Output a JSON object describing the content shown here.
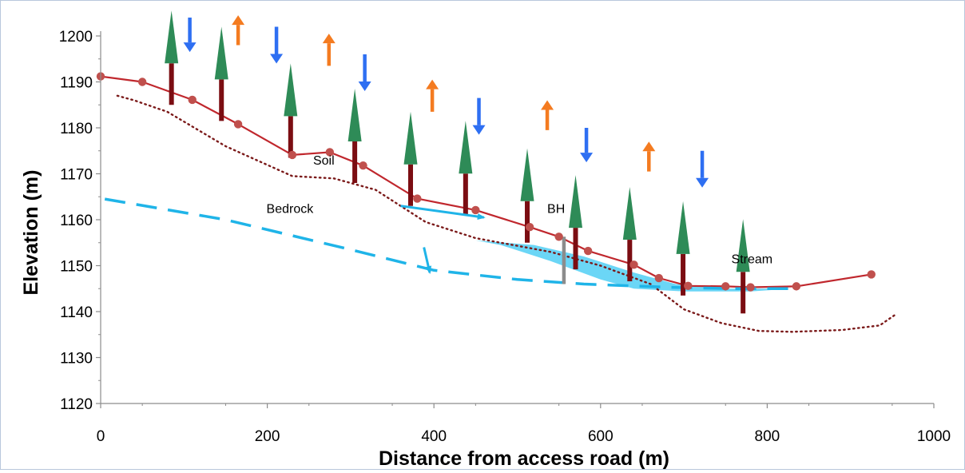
{
  "chart_data": {
    "type": "line",
    "title": "",
    "xlabel": "Distance from access road (m)",
    "ylabel": "Elevation (m)",
    "xlim": [
      0,
      1000
    ],
    "ylim": [
      1120,
      1200
    ],
    "xticks": [
      0,
      200,
      400,
      600,
      800,
      1000
    ],
    "xtick_labels": [
      "0",
      "200",
      "400",
      "600",
      "800",
      "1000"
    ],
    "yticks": [
      1120,
      1130,
      1140,
      1150,
      1160,
      1170,
      1180,
      1190,
      1200
    ],
    "ytick_labels": [
      "1120",
      "1130",
      "1140",
      "1150",
      "1160",
      "1170",
      "1180",
      "1190",
      "1200"
    ],
    "grid": false,
    "series": [
      {
        "key": "surface",
        "color": "#c0272d",
        "marker_color": "#c0504d",
        "x": [
          0,
          50,
          110,
          165,
          230,
          275,
          315,
          380,
          450,
          515,
          550,
          585,
          640,
          670,
          705,
          750,
          780,
          835,
          925
        ],
        "y": [
          1191.2,
          1190,
          1186.1,
          1180.8,
          1174.1,
          1174.7,
          1171.8,
          1164.6,
          1162.1,
          1158.4,
          1156.3,
          1153.2,
          1150.2,
          1147.3,
          1145.6,
          1145.5,
          1145.3,
          1145.5,
          1148.1
        ]
      },
      {
        "key": "bedrock-contact",
        "color": "#7b1a1a",
        "style": "dotted",
        "x": [
          20,
          40,
          80,
          150,
          230,
          280,
          330,
          390,
          450,
          540,
          600,
          660,
          700,
          745,
          790,
          830,
          890,
          935,
          955
        ],
        "y": [
          1187,
          1186,
          1183.5,
          1176,
          1169.5,
          1169,
          1166.5,
          1159.5,
          1156,
          1153,
          1150,
          1146,
          1140.5,
          1137.5,
          1135.8,
          1135.6,
          1136,
          1137,
          1139.5
        ]
      },
      {
        "key": "water-table",
        "color": "#1fb4e8",
        "style": "dashed",
        "x": [
          5,
          150,
          300,
          400,
          500,
          580,
          680,
          760,
          830
        ],
        "y": [
          1164.5,
          1160,
          1153.5,
          1149,
          1147,
          1146,
          1145.3,
          1145,
          1145
        ]
      }
    ],
    "saturated_zone": {
      "color": "#5bd2f5",
      "x": [
        450,
        520,
        580,
        640,
        690,
        750,
        830,
        780,
        700,
        640,
        600,
        540,
        480
      ],
      "y": [
        1155.5,
        1154.5,
        1152,
        1148.5,
        1146,
        1145,
        1145,
        1144.4,
        1144.4,
        1145,
        1147,
        1151,
        1154.5
      ]
    },
    "borehole": {
      "label": "BH",
      "x": 556,
      "y_top": 1156.3,
      "y_bottom": 1146,
      "color": "#8c8c8c"
    },
    "flow_arrows": [
      {
        "x1": 360,
        "y1": 1163,
        "x2": 460,
        "y2": 1160.5,
        "color": "#1fb4e8"
      },
      {
        "x1": 388,
        "y1": 1154,
        "x2": 395,
        "y2": 1148.5,
        "color": "#1fb4e8"
      }
    ],
    "trees": [
      {
        "x": 85,
        "base": 1185
      },
      {
        "x": 145,
        "base": 1181.5
      },
      {
        "x": 228,
        "base": 1173.5
      },
      {
        "x": 305,
        "base": 1168
      },
      {
        "x": 372,
        "base": 1163
      },
      {
        "x": 438,
        "base": 1161
      },
      {
        "x": 512,
        "base": 1155
      },
      {
        "x": 570,
        "base": 1149.2
      },
      {
        "x": 635,
        "base": 1146.6
      },
      {
        "x": 699,
        "base": 1143.5
      },
      {
        "x": 771,
        "base": 1139.6
      }
    ],
    "tree_colors": {
      "crown": "#2e8b57",
      "trunk": "#7b0d12"
    },
    "precip_arrows": [
      {
        "x": 107,
        "y_tail": 1204,
        "y_head": 1196.5,
        "dir": "down"
      },
      {
        "x": 165,
        "y_tail": 1198,
        "y_head": 1204.5,
        "dir": "up"
      },
      {
        "x": 211,
        "y_tail": 1202,
        "y_head": 1194,
        "dir": "down"
      },
      {
        "x": 274,
        "y_tail": 1193.5,
        "y_head": 1200.5,
        "dir": "up"
      },
      {
        "x": 317,
        "y_tail": 1196,
        "y_head": 1188,
        "dir": "down"
      },
      {
        "x": 398,
        "y_tail": 1183.5,
        "y_head": 1190.5,
        "dir": "up"
      },
      {
        "x": 454,
        "y_tail": 1186.5,
        "y_head": 1178.5,
        "dir": "down"
      },
      {
        "x": 536,
        "y_tail": 1179.5,
        "y_head": 1186,
        "dir": "up"
      },
      {
        "x": 583,
        "y_tail": 1180,
        "y_head": 1172.5,
        "dir": "down"
      },
      {
        "x": 658,
        "y_tail": 1170.5,
        "y_head": 1177,
        "dir": "up"
      },
      {
        "x": 722,
        "y_tail": 1175,
        "y_head": 1167,
        "dir": "down"
      }
    ],
    "precip_colors": {
      "down": "#2e6ff2",
      "up": "#f47b20"
    },
    "annotations": [
      {
        "key": "soil",
        "text": "Soil",
        "x": 255,
        "y": 1172
      },
      {
        "key": "bedrock",
        "text": "Bedrock",
        "x": 199,
        "y": 1161.5
      },
      {
        "key": "bh",
        "text": "BH",
        "x": 536,
        "y": 1161.5
      },
      {
        "key": "stream",
        "text": "Stream",
        "x": 757,
        "y": 1150.5
      }
    ]
  }
}
